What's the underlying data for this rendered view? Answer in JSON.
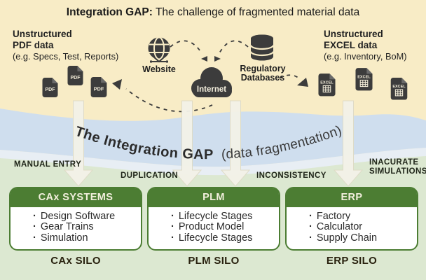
{
  "title": {
    "bold": "Integration GAP:",
    "rest": " The challenge of fragmented material data"
  },
  "sources": {
    "pdf": {
      "line1": "Unstructured",
      "line2": "PDF data",
      "line3": "(e.g. Specs, Test, Reports)",
      "badge": "PDF"
    },
    "excel": {
      "line1": "Unstructured",
      "line2": "EXCEL data",
      "line3": "(e.g. Inventory, BoM)",
      "badge": "EXCEL"
    }
  },
  "network": {
    "website": "Website",
    "internet": "Internet",
    "regulatory1": "Regulatory",
    "regulatory2": "Databases"
  },
  "band": {
    "bold": "The Integration GAP",
    "regular": "(data fragmentation)"
  },
  "gap_labels": {
    "manual_entry": "MANUAL ENTRY",
    "duplication": "DUPLICATION",
    "inconsistency": "INCONSISTENCY",
    "inaccurate1": "INACURATE",
    "inaccurate2": "SIMULATIONS"
  },
  "silos": [
    {
      "header": "CAx SYSTEMS",
      "items": [
        "Design Software",
        "Gear Trains",
        "Simulation"
      ],
      "label": "CAx SILO"
    },
    {
      "header": "PLM",
      "items": [
        "Lifecycle Stages",
        "Product Model",
        "Lifecycle Stages"
      ],
      "label": "PLM SILO"
    },
    {
      "header": "ERP",
      "items": [
        "Factory",
        "Calculator",
        "Supply Chain"
      ],
      "label": "ERP SILO"
    }
  ],
  "colors": {
    "cream_background": "#f8ecc6",
    "blue_band": "#cfdeee",
    "pale_band": "#e8eef4",
    "green_background": "#dce8d1",
    "silo_green": "#4c7d33",
    "icon_dark": "#3c3c3c",
    "arrow_fill": "#f3f2e8"
  }
}
